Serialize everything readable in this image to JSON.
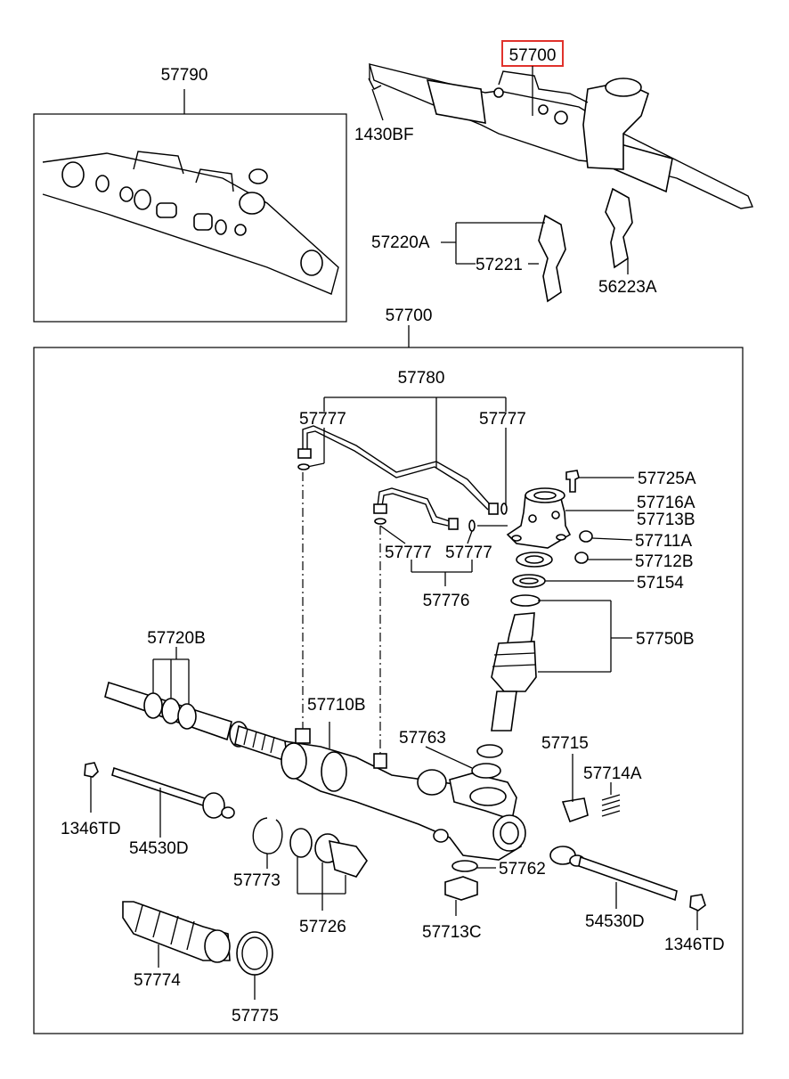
{
  "highlight_color": "#e0322c",
  "labels": {
    "top_57790": "57790",
    "top_57700_highlight": "57700",
    "top_1430BF": "1430BF",
    "top_57220A": "57220A",
    "top_57221": "57221",
    "top_56223A": "56223A",
    "main_57700": "57700",
    "l_57780": "57780",
    "l_57777_a": "57777",
    "l_57777_b": "57777",
    "l_57725A": "57725A",
    "l_57716A": "57716A",
    "l_57713B": "57713B",
    "l_57777_c": "57777",
    "l_57777_d": "57777",
    "l_57711A": "57711A",
    "l_57712B": "57712B",
    "l_57776": "57776",
    "l_57154": "57154",
    "l_57750B": "57750B",
    "l_57720B": "57720B",
    "l_57710B": "57710B",
    "l_57763": "57763",
    "l_57715": "57715",
    "l_57714A": "57714A",
    "l_1346TD_left": "1346TD",
    "l_54530D_left": "54530D",
    "l_57773": "57773",
    "l_57726": "57726",
    "l_57762": "57762",
    "l_57713C": "57713C",
    "l_54530D_right": "54530D",
    "l_1346TD_right": "1346TD",
    "l_57774": "57774",
    "l_57775": "57775"
  }
}
